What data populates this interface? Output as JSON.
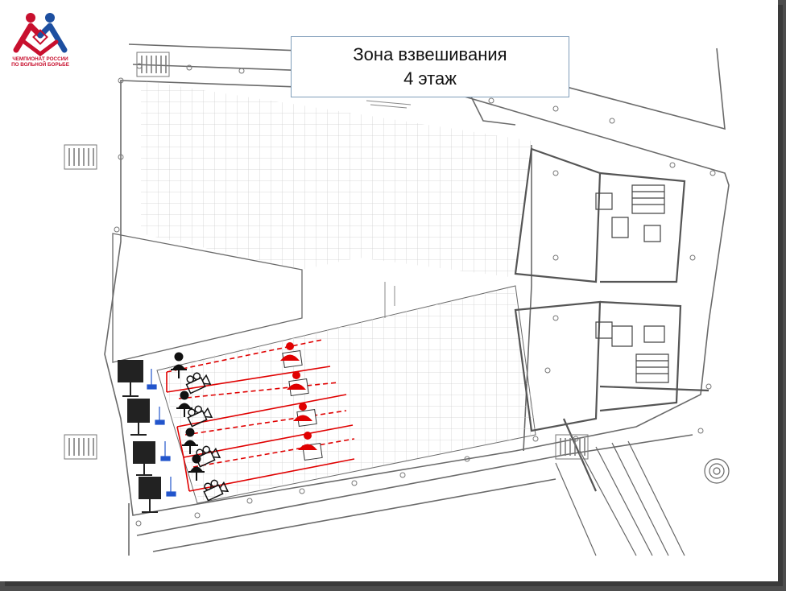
{
  "title": {
    "line1": "Зона взвешивания",
    "line2": "4 этаж"
  },
  "logo": {
    "line1": "ЧЕМПИОНАТ РОССИИ",
    "line2": "ПО ВОЛЬНОЙ БОРЬБЕ"
  },
  "colors": {
    "accent_red": "#e00000",
    "logo_blue": "#1d4fa0",
    "logo_red": "#c8102e",
    "plan_lines": "#6a6a6a",
    "grid": "#cfcfcf",
    "scale_blue": "#2255cc"
  },
  "icons": {
    "monitor": "tv-stand-icon",
    "scale": "floor-scale-icon",
    "staff": "official-at-desk-icon",
    "camera": "video-camera-icon",
    "athlete": "athlete-icon"
  }
}
